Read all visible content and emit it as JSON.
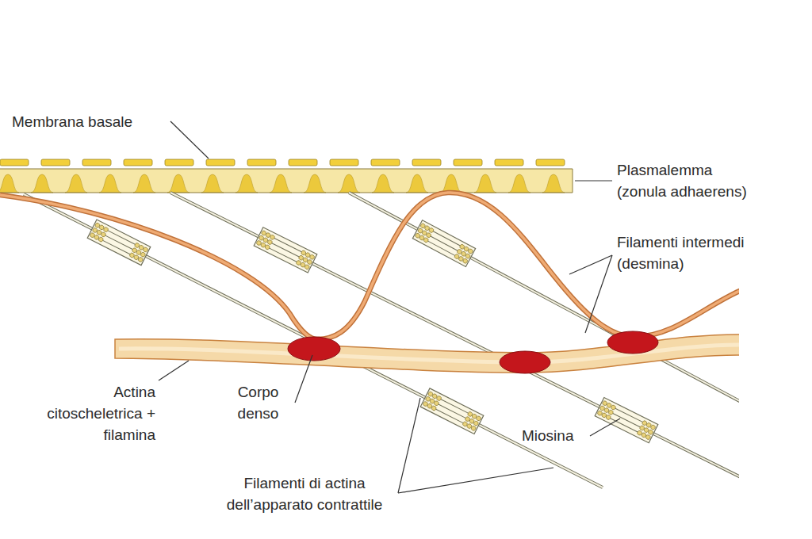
{
  "diagram": {
    "labels": [
      "Membrana basale",
      "Plasmalemma (zonula adhaerens)",
      "Filamenti intermedi (desmina)",
      "Actina citoscheletrica + filamina",
      "Corpo denso",
      "Miosina",
      "Filamenti di actina dell’apparato contrattile"
    ]
  }
}
